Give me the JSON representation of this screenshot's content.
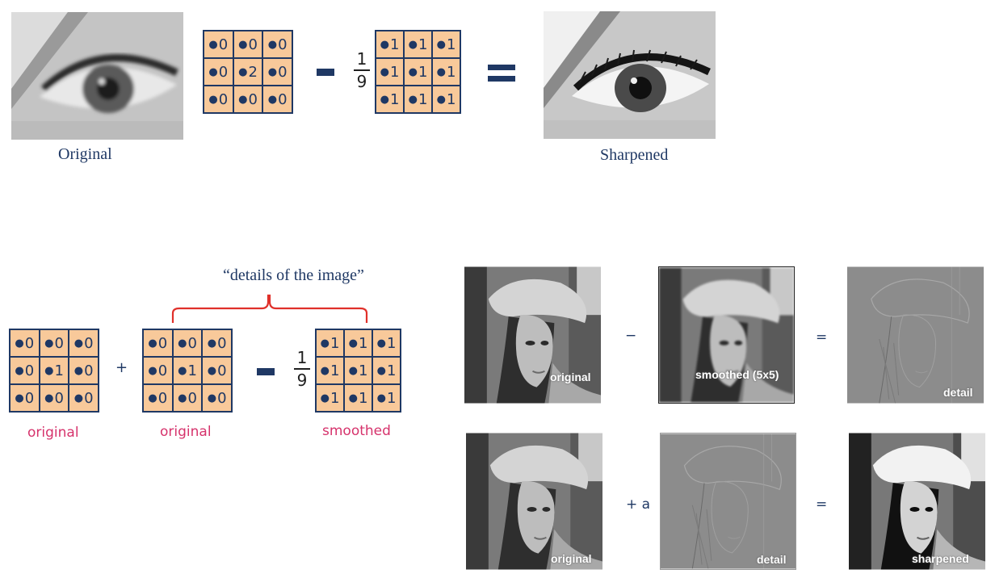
{
  "top": {
    "original_caption": "Original",
    "sharpened_caption": "Sharpened",
    "kernel_identity2": [
      "0",
      "0",
      "0",
      "0",
      "2",
      "0",
      "0",
      "0",
      "0"
    ],
    "kernel_box": [
      "1",
      "1",
      "1",
      "1",
      "1",
      "1",
      "1",
      "1",
      "1"
    ],
    "fraction": {
      "numerator": "1",
      "denominator": "9"
    }
  },
  "bottom": {
    "details_caption": "“details of the image”",
    "kernel_identity_a": [
      "0",
      "0",
      "0",
      "0",
      "1",
      "0",
      "0",
      "0",
      "0"
    ],
    "kernel_identity_b": [
      "0",
      "0",
      "0",
      "0",
      "1",
      "0",
      "0",
      "0",
      "0"
    ],
    "kernel_box": [
      "1",
      "1",
      "1",
      "1",
      "1",
      "1",
      "1",
      "1",
      "1"
    ],
    "fraction": {
      "numerator": "1",
      "denominator": "9"
    },
    "plus": "+",
    "label_original_1": "original",
    "label_original_2": "original",
    "label_smoothed": "smoothed"
  },
  "photos": {
    "row1": {
      "original_label": "original",
      "minus": "−",
      "smoothed_label": "smoothed (5x5)",
      "equals": "=",
      "detail_label": "detail"
    },
    "row2": {
      "original_label": "original",
      "plus_a": "+ a",
      "detail_label": "detail",
      "equals": "=",
      "sharpened_label": "sharpened"
    }
  },
  "colors": {
    "navy": "#1f3864",
    "kernel_fill": "#f8c99a",
    "accent_pink": "#d6336c",
    "brace_red": "#e0302a"
  }
}
